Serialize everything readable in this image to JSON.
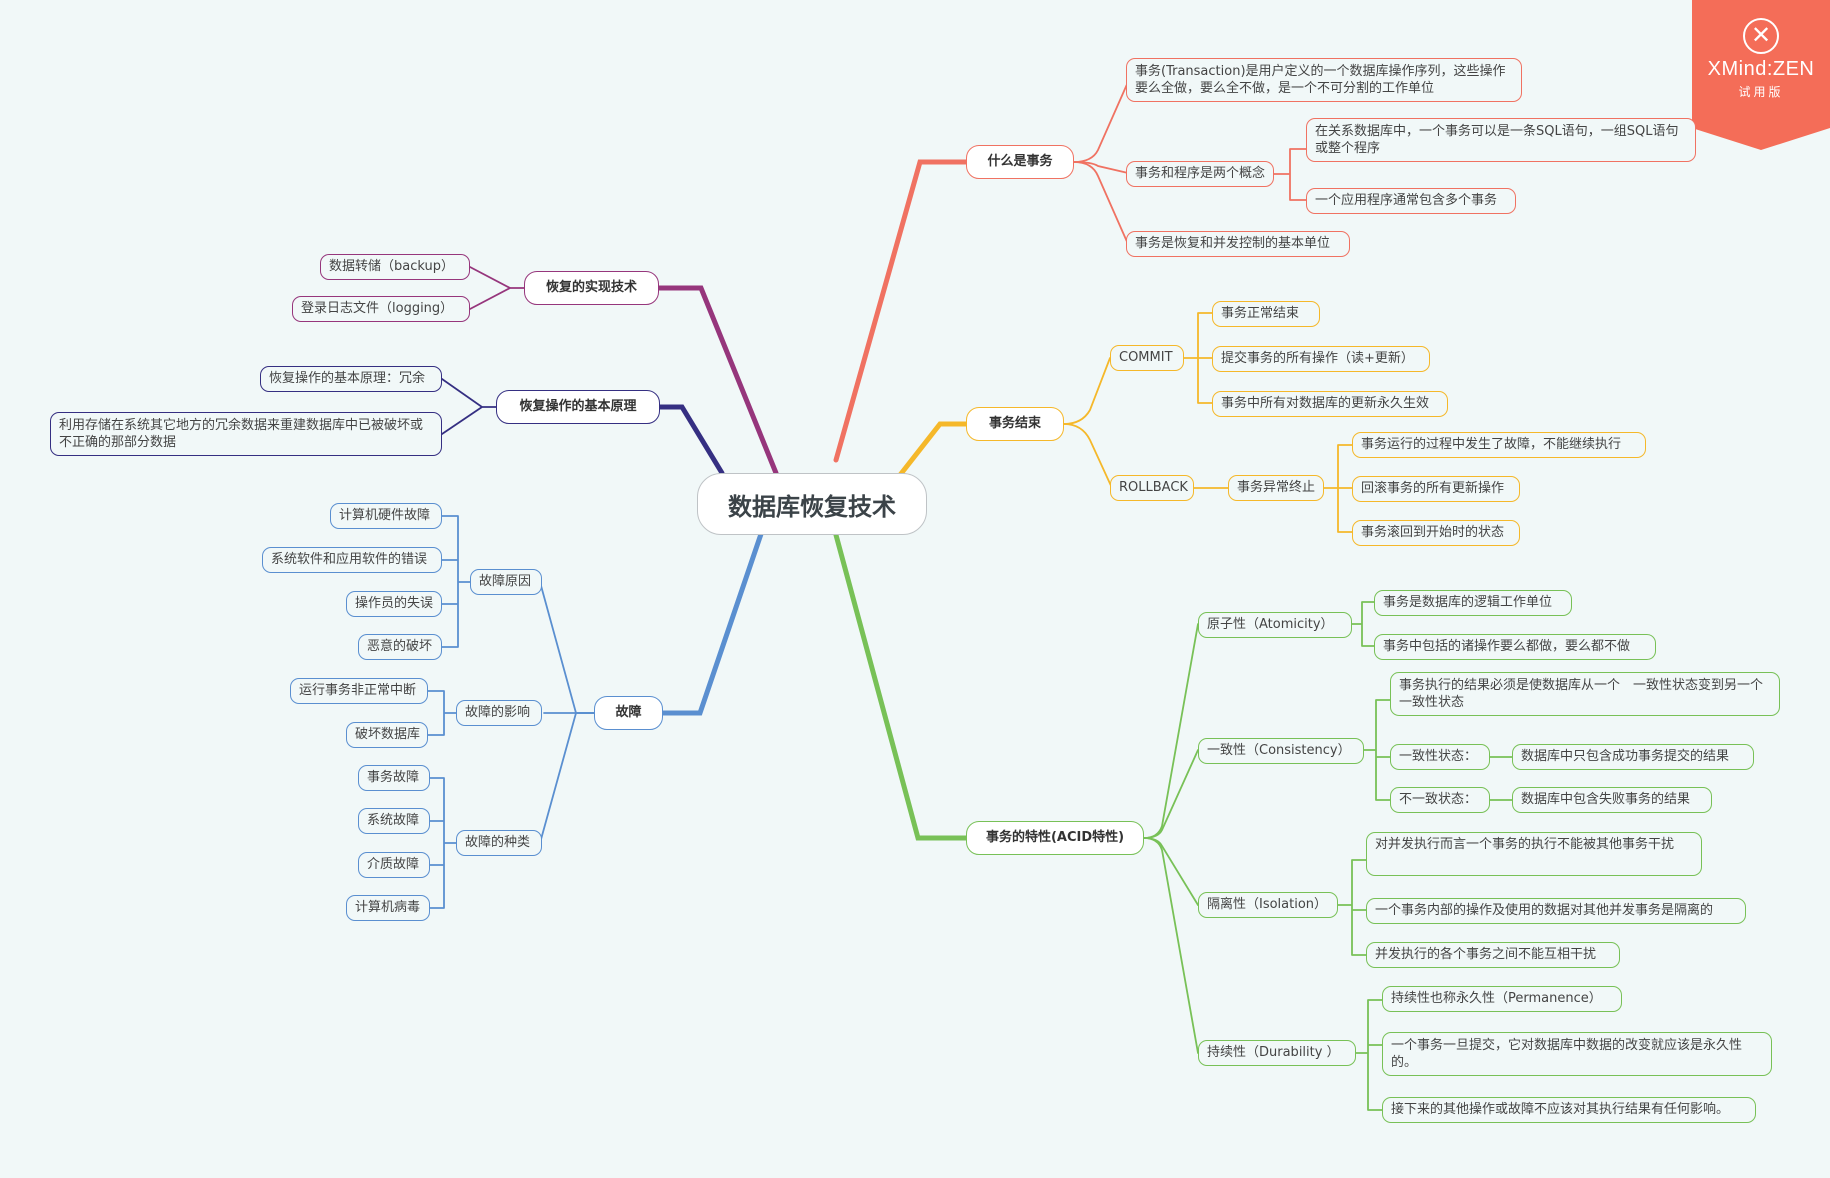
{
  "root": "数据库恢复技术",
  "watermark": {
    "title": "XMind:ZEN",
    "subtitle": "试用版"
  },
  "colors": {
    "red": "#f07262",
    "orange": "#f5b82a",
    "green": "#78c157",
    "blue": "#5a8fd0",
    "navy": "#352f82",
    "purple": "#96367c"
  },
  "branch_what": {
    "title": "什么是事务",
    "definition": "事务(Transaction)是用户定义的一个数据库操作序列，这些操作要么全做，要么全不做，是一个不可分割的工作单位",
    "vs_program": "事务和程序是两个概念",
    "vs_program_1": "在关系数据库中，一个事务可以是一条SQL语句，一组SQL语句或整个程序",
    "vs_program_2": "一个应用程序通常包含多个事务",
    "unit": "事务是恢复和并发控制的基本单位"
  },
  "branch_end": {
    "title": "事务结束",
    "commit": "COMMIT",
    "commit_1": "事务正常结束",
    "commit_2": "提交事务的所有操作（读+更新）",
    "commit_3": "事务中所有对数据库的更新永久生效",
    "rollback": "ROLLBACK",
    "abort": "事务异常终止",
    "abort_1": "事务运行的过程中发生了故障，不能继续执行",
    "abort_2": "回滚事务的所有更新操作",
    "abort_3": "事务滚回到开始时的状态"
  },
  "branch_acid": {
    "title": "事务的特性(ACID特性)",
    "atomicity": "原子性（Atomicity）",
    "atomicity_1": "事务是数据库的逻辑工作单位",
    "atomicity_2": "事务中包括的诸操作要么都做，要么都不做",
    "consistency": "一致性（Consistency）",
    "consistency_1": "事务执行的结果必须是使数据库从一个　一致性状态变到另一个一致性状态",
    "consistent_state": "一致性状态：",
    "consistent_state_desc": "数据库中只包含成功事务提交的结果",
    "inconsistent_state": "不一致状态：",
    "inconsistent_state_desc": "数据库中包含失败事务的结果",
    "isolation": "隔离性（Isolation）",
    "isolation_1": "对并发执行而言一个事务的执行不能被其他事务干扰",
    "isolation_2": "一个事务内部的操作及使用的数据对其他并发事务是隔离的",
    "isolation_3": "并发执行的各个事务之间不能互相干扰",
    "durability": "持续性（Durability ）",
    "durability_1": "持续性也称永久性（Permanence）",
    "durability_2": "一个事务一旦提交，它对数据库中数据的改变就应该是永久性的。",
    "durability_3": "接下来的其他操作或故障不应该对其执行结果有任何影响。"
  },
  "branch_impl": {
    "title": "恢复的实现技术",
    "item_1": "数据转储（backup）",
    "item_2": "登录日志文件（logging）"
  },
  "branch_principle": {
    "title": "恢复操作的基本原理",
    "item_1": "恢复操作的基本原理：冗余",
    "item_2": "利用存储在系统其它地方的冗余数据来重建数据库中已被破坏或不正确的那部分数据"
  },
  "branch_fault": {
    "title": "故障",
    "causes": "故障原因",
    "cause_1": "计算机硬件故障",
    "cause_2": "系统软件和应用软件的错误",
    "cause_3": "操作员的失误",
    "cause_4": "恶意的破坏",
    "effects": "故障的影响",
    "effect_1": "运行事务非正常中断",
    "effect_2": "破坏数据库",
    "kinds": "故障的种类",
    "kind_1": "事务故障",
    "kind_2": "系统故障",
    "kind_3": "介质故障",
    "kind_4": "计算机病毒"
  }
}
